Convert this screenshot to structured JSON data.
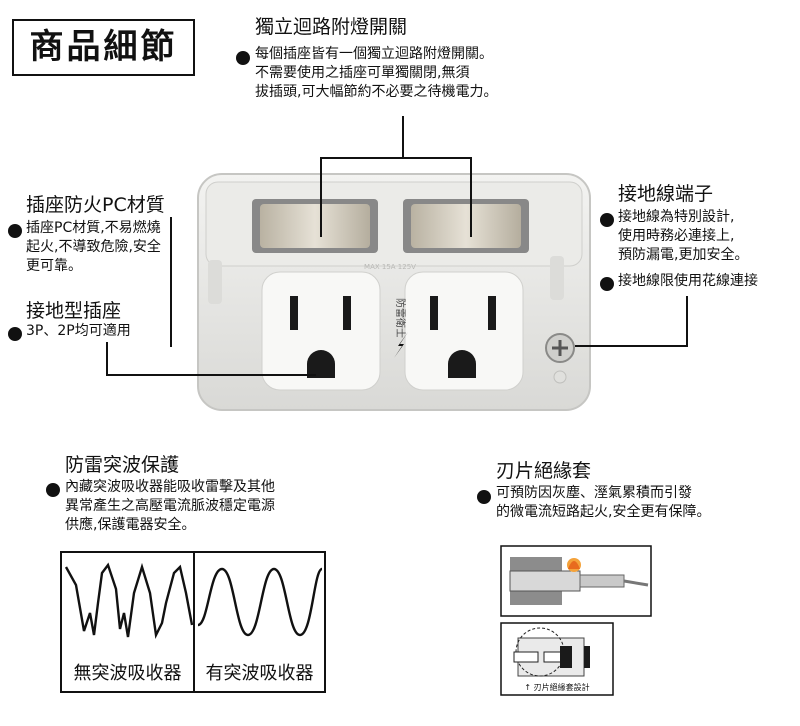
{
  "page_title": "商品細節",
  "switch_section": {
    "heading": "獨立迴路附燈開關",
    "body": "每個插座皆有一個獨立迴路附燈開關。\n不需要使用之插座可單獨關閉,無須\n拔插頭,可大幅節約不必要之待機電力。"
  },
  "pc_section": {
    "heading": "插座防火PC材質",
    "body": "插座PC材質,不易燃燒\n起火,不導致危險,安全\n更可靠。"
  },
  "ground_socket_section": {
    "heading": "接地型插座",
    "body": "3P、2P均可適用"
  },
  "ground_terminal_section": {
    "heading": "接地線端子",
    "body": "接地線為特別設計,\n使用時務必連接上,\n預防漏電,更加安全。",
    "body2": "接地線限使用花線連接"
  },
  "surge_section": {
    "heading": "防雷突波保護",
    "body": "內藏突波吸收器能吸收雷擊及其他\n異常產生之高壓電流脈波穩定電源\n供應,保護電器安全。",
    "label_without": "無突波吸收器",
    "label_with": "有突波吸收器"
  },
  "blade_section": {
    "heading": "刃片絕緣套",
    "body": "可預防因灰塵、溼氣累積而引發\n的微電流短路起火,安全更有保障。",
    "figure_caption": "↑ 刃片絕緣套設計"
  },
  "product": {
    "rating_text": "MAX 15A 125V",
    "brand_text": "防雷衛士"
  },
  "colors": {
    "ink": "#111111",
    "plate": "#e9e9e6",
    "switch": "#cfc8b8"
  }
}
